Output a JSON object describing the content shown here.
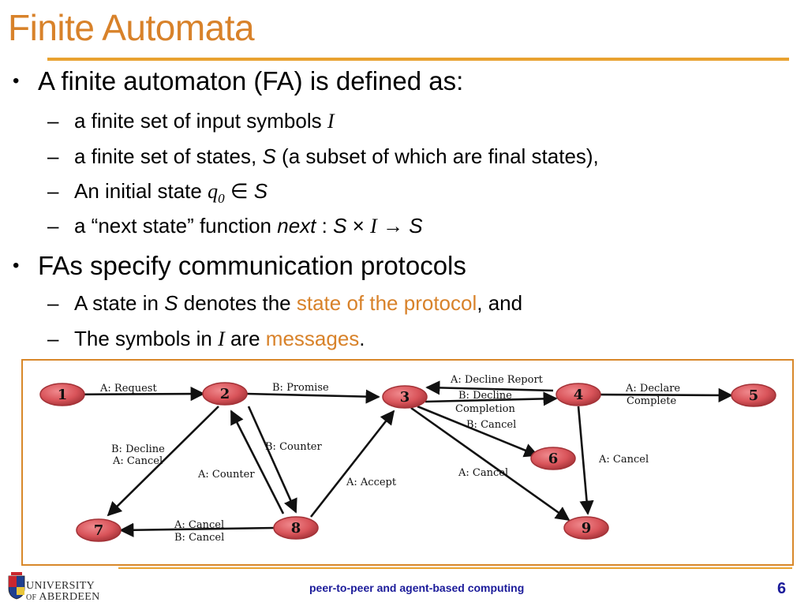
{
  "title": "Finite Automata",
  "bullets": {
    "b1": "A finite automaton (FA) is defined as:",
    "b1_sub": [
      {
        "pre": "a finite set of input symbols ",
        "sym": "I",
        "post": ""
      },
      {
        "pre": "a finite set of states, ",
        "sym": "S",
        "post": " (a subset of which are final states),"
      },
      {
        "pre": "An initial state ",
        "sym": "q",
        "sub": "0",
        "rel": " ∈ ",
        "sym2": "S"
      },
      {
        "pre": "a “next state” function ",
        "sym": "next",
        "colon": " : ",
        "s1": "S",
        "times": " × ",
        "s2": "I",
        "arrow": " → ",
        "s3": "S"
      }
    ],
    "b2": "FAs specify communication protocols",
    "b2_sub": [
      {
        "pre": "A state in ",
        "sym": "S",
        "mid": " denotes the ",
        "hl": "state of the protocol",
        "post": ", and"
      },
      {
        "pre": "The symbols in ",
        "sym": "I",
        "mid": " are ",
        "hl": "messages",
        "post": "."
      }
    ],
    "dash": "–",
    "dot": "•"
  },
  "diagram": {
    "states": [
      "1",
      "2",
      "3",
      "4",
      "5",
      "6",
      "7",
      "8",
      "9"
    ],
    "labels": {
      "a_request": "A: Request",
      "b_promise": "B: Promise",
      "a_decline_report": "A: Decline Report",
      "b_decline_completion_1": "B: Decline",
      "b_decline_completion_2": "Completion",
      "b_cancel_36": "B: Cancel",
      "a_declare_complete_1": "A: Declare",
      "a_declare_complete_2": "Complete",
      "b_decline_a_cancel_1": "B: Decline",
      "b_decline_a_cancel_2": "A: Cancel",
      "b_counter": "B: Counter",
      "a_counter": "A: Counter",
      "a_accept": "A: Accept",
      "a_cancel_39": "A: Cancel",
      "a_cancel_49": "A: Cancel",
      "a_cancel_87": "A: Cancel",
      "b_cancel_87": "B: Cancel"
    },
    "colors": {
      "node": "#d9545a",
      "node_dark": "#a33237",
      "arrow": "#111111"
    }
  },
  "footer": {
    "course": "peer-to-peer and agent-based computing",
    "page": "6",
    "university_line1": "UNIVERSITY",
    "university_line2_of": "OF",
    "university_line2": "ABERDEEN"
  },
  "colors": {
    "accent": "#d8822a",
    "rule": "#e9a230",
    "footer_text": "#1b1b9a"
  }
}
